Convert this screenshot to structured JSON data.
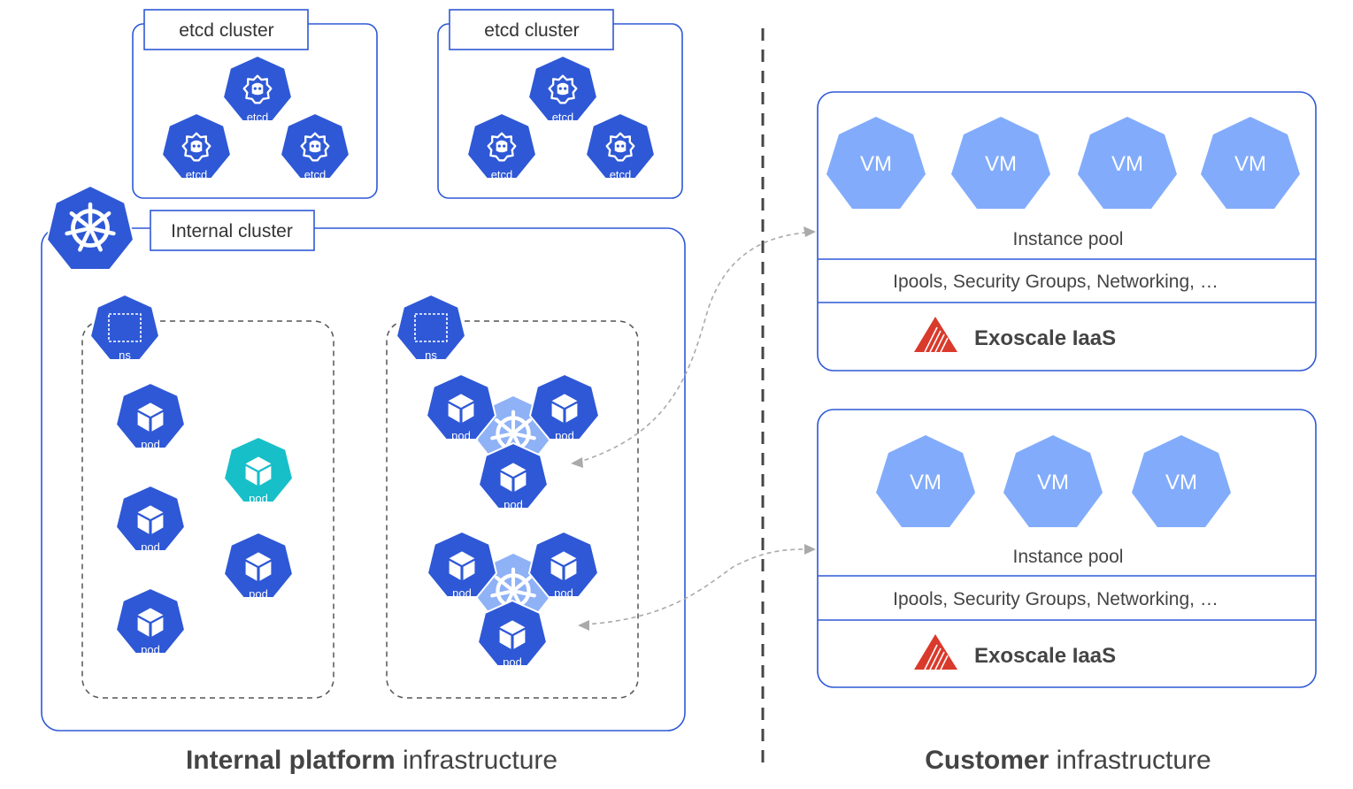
{
  "etcd_clusters": [
    {
      "label": "etcd cluster",
      "nodes": [
        "etcd",
        "etcd",
        "etcd"
      ]
    },
    {
      "label": "etcd cluster",
      "nodes": [
        "etcd",
        "etcd",
        "etcd"
      ]
    }
  ],
  "internal_cluster": {
    "label": "Internal cluster",
    "namespaces": [
      {
        "label": "ns",
        "pods": [
          "pod",
          "pod",
          "pod",
          "pod",
          "pod"
        ]
      },
      {
        "label": "ns",
        "pods": [
          "pod",
          "pod",
          "pod",
          "pod",
          "pod",
          "pod"
        ]
      }
    ]
  },
  "iaas_stacks": [
    {
      "vms": [
        "VM",
        "VM",
        "VM",
        "VM"
      ],
      "pool_label": "Instance pool",
      "services_label": "Ipools, Security Groups, Networking, …",
      "provider_label": "Exoscale IaaS"
    },
    {
      "vms": [
        "VM",
        "VM",
        "VM"
      ],
      "pool_label": "Instance pool",
      "services_label": "Ipools, Security Groups, Networking, …",
      "provider_label": "Exoscale IaaS"
    }
  ],
  "footer": {
    "internal_bold": "Internal platform",
    "internal_rest": "infrastructure",
    "customer_bold": "Customer",
    "customer_rest": "infrastructure"
  },
  "colors": {
    "primary": "#2e58d6",
    "pod_highlight": "#17bfc9",
    "vm": "#82acfb",
    "exoscale_red": "#d93a2b"
  }
}
